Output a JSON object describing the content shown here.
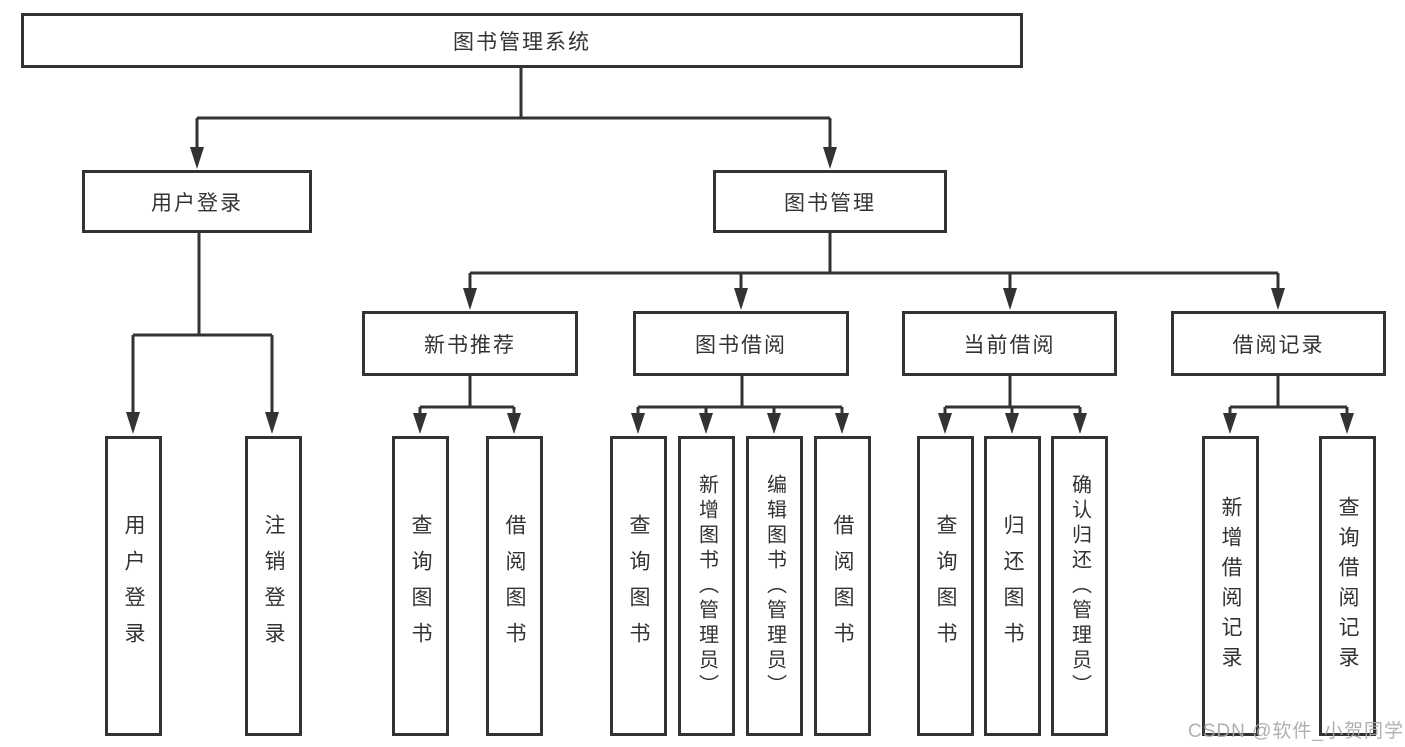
{
  "tree": {
    "label": "图书管理系统",
    "children": [
      {
        "label": "用户登录",
        "children": [
          {
            "label": "用户登录"
          },
          {
            "label": "注销登录"
          }
        ]
      },
      {
        "label": "图书管理",
        "children": [
          {
            "label": "新书推荐",
            "children": [
              {
                "label": "查询图书"
              },
              {
                "label": "借阅图书"
              }
            ]
          },
          {
            "label": "图书借阅",
            "children": [
              {
                "label": "查询图书"
              },
              {
                "label": "新增图书（管理员）"
              },
              {
                "label": "编辑图书（管理员）"
              },
              {
                "label": "借阅图书"
              }
            ]
          },
          {
            "label": "当前借阅",
            "children": [
              {
                "label": "查询图书"
              },
              {
                "label": "归还图书"
              },
              {
                "label": "确认归还（管理员）"
              }
            ]
          },
          {
            "label": "借阅记录",
            "children": [
              {
                "label": "新增借阅记录"
              },
              {
                "label": "查询借阅记录"
              }
            ]
          }
        ]
      }
    ]
  },
  "watermark": {
    "text": "CSDN @软件_小贺同学"
  },
  "colors": {
    "line": "#333333",
    "box_border": "#333333",
    "box_background": "#ffffff",
    "text": "#333333",
    "watermark_text": "#a8a8a8"
  }
}
